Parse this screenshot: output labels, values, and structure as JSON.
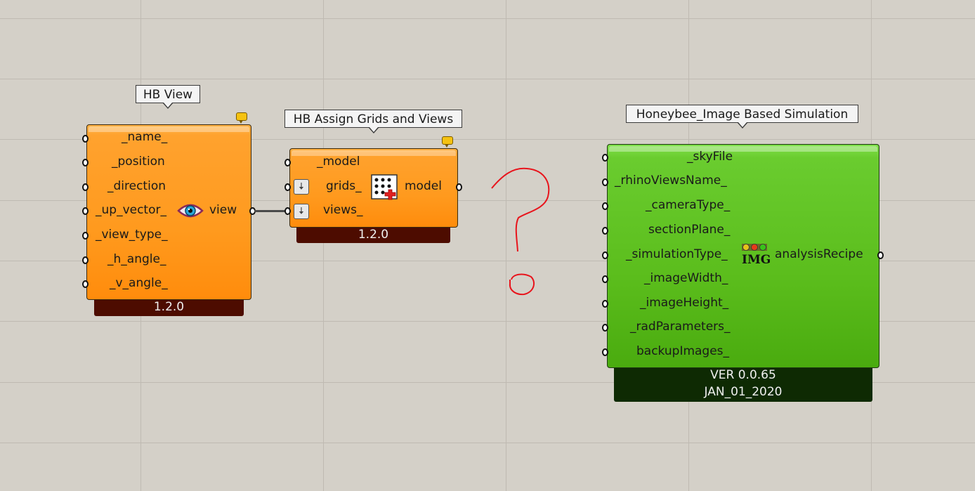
{
  "hb_view": {
    "title": "HB View",
    "inputs": [
      "_name_",
      "_position",
      "_direction",
      "_up_vector_",
      "_view_type_",
      "_h_angle_",
      "_v_angle_"
    ],
    "output": "view",
    "version": "1.2.0",
    "icon": "eye-icon"
  },
  "hb_assign": {
    "title": "HB Assign Grids and Views",
    "inputs": [
      "_model",
      "grids_",
      "views_"
    ],
    "output": "model",
    "version": "1.2.0",
    "icon": "grid-points-icon"
  },
  "hb_image_sim": {
    "title": "Honeybee_Image Based Simulation",
    "inputs": [
      "_skyFile",
      "_rhinoViewsName_",
      "_cameraType_",
      "sectionPlane_",
      "_simulationType_",
      "_imageWidth_",
      "_imageHeight_",
      "_radParameters_",
      "backupImages_"
    ],
    "output": "analysisRecipe",
    "version": "VER 0.0.65",
    "date": "JAN_01_2020",
    "icon_text": "IMG"
  },
  "colors": {
    "canvas": "#d4d0c8",
    "orange_component": "#ff9a1e",
    "green_component": "#5bbd1c",
    "annotation_red": "#e8141c"
  }
}
